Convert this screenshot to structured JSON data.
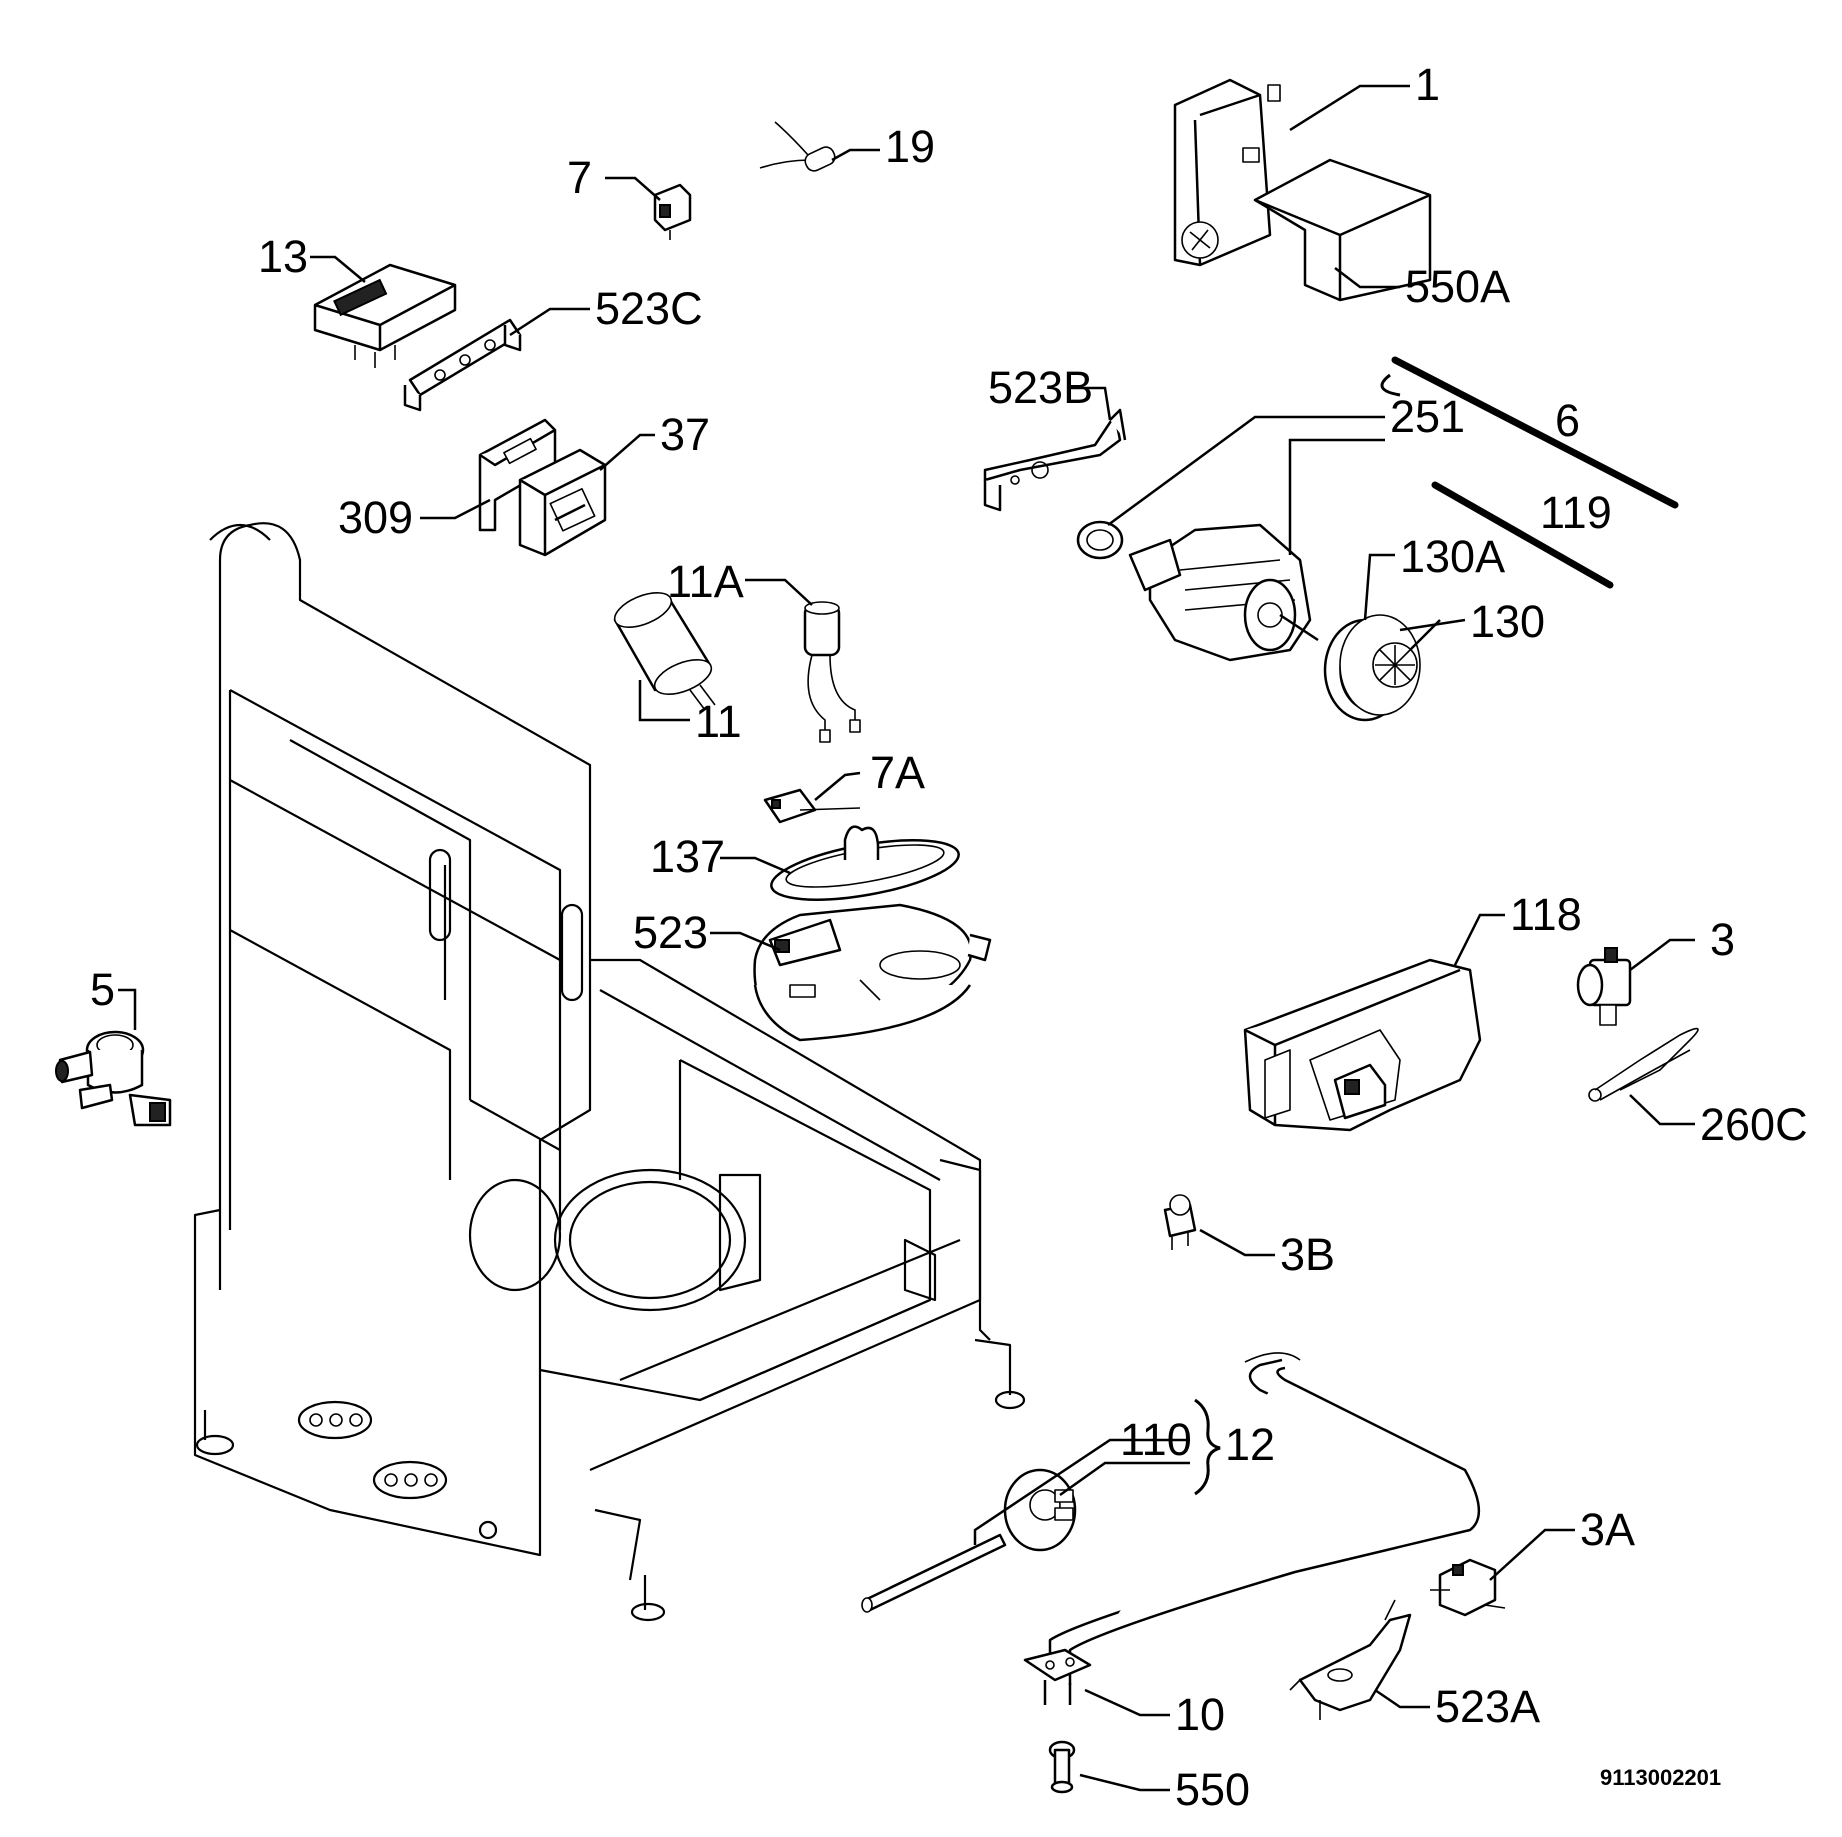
{
  "diagram": {
    "drawing_code": "9113002201",
    "labels": {
      "p1": "1",
      "p550a": "550A",
      "p19": "19",
      "p7": "7",
      "p13": "13",
      "p523c": "523C",
      "p37": "37",
      "p309": "309",
      "p523b": "523B",
      "p251": "251",
      "p6": "6",
      "p119": "119",
      "p130a": "130A",
      "p130": "130",
      "p11a": "11A",
      "p11": "11",
      "p7a": "7A",
      "p137": "137",
      "p523": "523",
      "p118": "118",
      "p3": "3",
      "p260c": "260C",
      "p5": "5",
      "p3b": "3B",
      "p110": "110",
      "p12": "12",
      "p3a": "3A",
      "p523a": "523A",
      "p10": "10",
      "p550": "550"
    }
  }
}
